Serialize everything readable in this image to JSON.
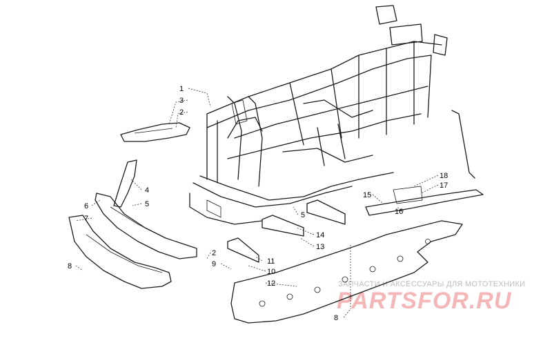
{
  "callouts": [
    {
      "id": "c1",
      "text": "1"
    },
    {
      "id": "c3",
      "text": "3"
    },
    {
      "id": "c2a",
      "text": "2"
    },
    {
      "id": "c4",
      "text": "4"
    },
    {
      "id": "c5a",
      "text": "5"
    },
    {
      "id": "c6",
      "text": "6"
    },
    {
      "id": "c7",
      "text": "7"
    },
    {
      "id": "c8a",
      "text": "8"
    },
    {
      "id": "c2b",
      "text": "2"
    },
    {
      "id": "c9",
      "text": "9"
    },
    {
      "id": "c11",
      "text": "11"
    },
    {
      "id": "c10",
      "text": "10"
    },
    {
      "id": "c12",
      "text": "12"
    },
    {
      "id": "c13",
      "text": "13"
    },
    {
      "id": "c14",
      "text": "14"
    },
    {
      "id": "c5b",
      "text": "5"
    },
    {
      "id": "c15",
      "text": "15"
    },
    {
      "id": "c16",
      "text": "16"
    },
    {
      "id": "c17",
      "text": "17"
    },
    {
      "id": "c18",
      "text": "18"
    },
    {
      "id": "c8b",
      "text": "8"
    }
  ],
  "watermark": {
    "tagline": "ЗАПЧАСТИ И АКСЕССУАРЫ ДЛЯ МОТОТЕХНИКИ",
    "brand": "PARTSFOR.RU"
  }
}
